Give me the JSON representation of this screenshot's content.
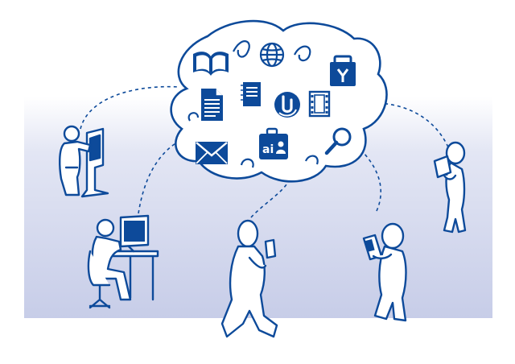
{
  "scene": {
    "background_band_top": "#ffffff",
    "background_band_bottom": "#c9cfe9",
    "ink": "#0d4a9a",
    "fill": "#ffffff"
  },
  "cloud": {
    "icons": [
      "book-icon",
      "globe-icon",
      "briefcase-icon",
      "document-icon",
      "notebook-icon",
      "swirl-logo-icon",
      "film-strip-icon",
      "envelope-icon",
      "id-badge-icon",
      "magnifier-icon"
    ],
    "badge_text": "ai"
  },
  "people": [
    "person-at-kiosk",
    "person-at-desktop-computer",
    "person-walking-with-phone",
    "person-with-handheld-device",
    "person-with-tablet"
  ]
}
